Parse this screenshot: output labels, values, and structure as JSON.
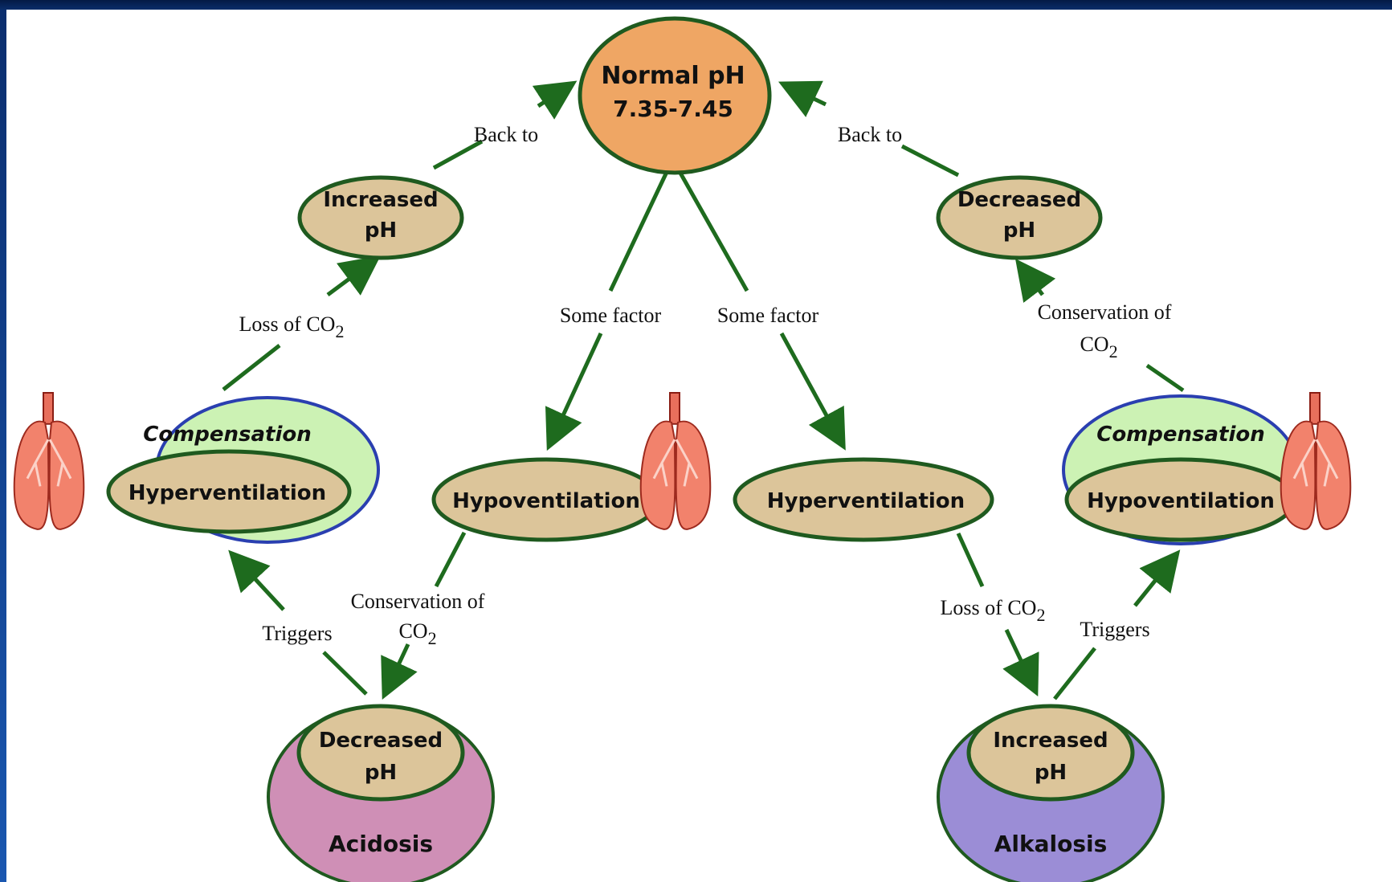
{
  "colors": {
    "arrow": "#1e6b1e",
    "node_fill": "#dcc59a",
    "node_stroke": "#1f5a1f",
    "normal_fill": "#efa664",
    "compensation_fill": "#ccf2b4",
    "acidosis_fill": "#cf8fb6",
    "alkalosis_fill": "#9b8dd6",
    "lung": "#f07a62"
  },
  "nodes": {
    "normal_ph": {
      "line1": "Normal pH",
      "line2": "7.35-7.45"
    },
    "left_increased_ph": {
      "line1": "Increased",
      "line2": "pH"
    },
    "right_decreased_ph": {
      "line1": "Decreased",
      "line2": "pH"
    },
    "left_compensation": {
      "title": "Compensation",
      "inner": "Hyperventilation"
    },
    "right_compensation": {
      "title": "Compensation",
      "inner": "Hypoventilation"
    },
    "center_hypoventilation": "Hypoventilation",
    "center_hyperventilation": "Hyperventilation",
    "acidosis": {
      "inner_line1": "Decreased",
      "inner_line2": "pH",
      "label": "Acidosis"
    },
    "alkalosis": {
      "inner_line1": "Increased",
      "inner_line2": "pH",
      "label": "Alkalosis"
    }
  },
  "links": {
    "back_to_left": "Back to",
    "back_to_right": "Back to",
    "some_factor_left": "Some factor",
    "some_factor_right": "Some factor",
    "loss_co2_left": {
      "text": "Loss of CO",
      "sub": "2"
    },
    "loss_co2_right": {
      "text": "Loss of CO",
      "sub": "2"
    },
    "conservation_right": {
      "line1": "Conservation of",
      "line2": "CO",
      "sub": "2"
    },
    "conservation_center": {
      "line1": "Conservation of",
      "line2": "CO",
      "sub": "2"
    },
    "triggers_left": "Triggers",
    "triggers_right": "Triggers"
  },
  "icons": [
    "lungs-icon"
  ]
}
